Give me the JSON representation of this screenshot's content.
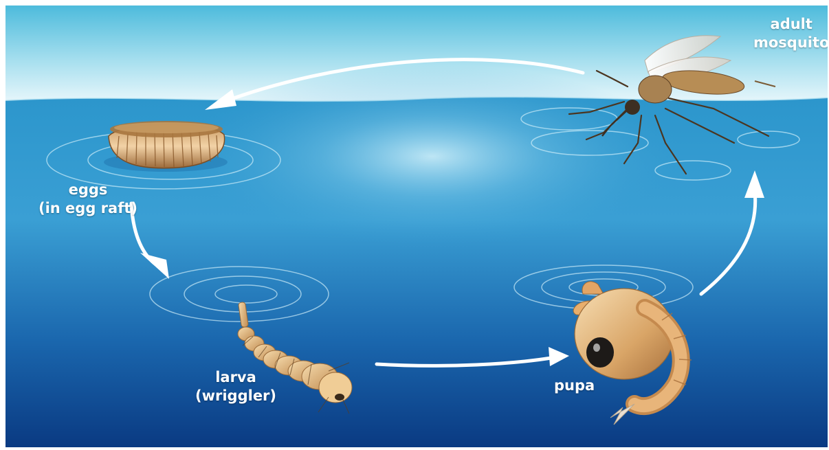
{
  "stages": {
    "eggs": {
      "line1": "eggs",
      "line2": "(in egg raft)"
    },
    "larva": {
      "line1": "larva",
      "line2": "(wriggler)"
    },
    "pupa": {
      "line1": "pupa"
    },
    "adult": {
      "line1": "adult",
      "line2": "mosquito"
    }
  },
  "colors": {
    "sky_top": "#5fc4e0",
    "sky_bottom": "#e6f6fb",
    "water_surface": "#3aa6d3",
    "water_deep": "#0b3f86",
    "arrow": "#ffffff",
    "label": "#ffffff"
  },
  "icons": [
    "egg-raft-icon",
    "larva-icon",
    "pupa-icon",
    "mosquito-icon",
    "cycle-arrow-icon"
  ]
}
